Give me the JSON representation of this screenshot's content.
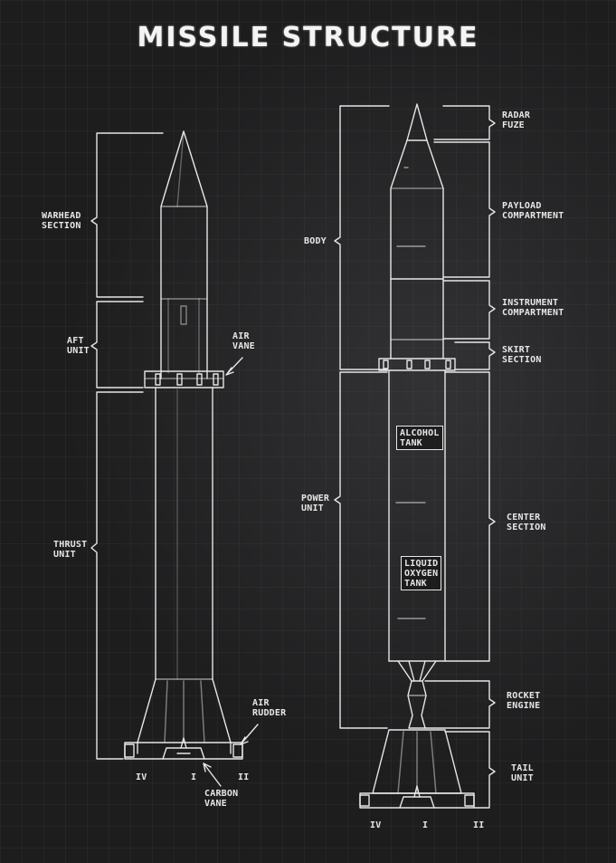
{
  "title": "MISSILE STRUCTURE",
  "colors": {
    "background": "#1d1d1e",
    "ink": "#e6e6e6"
  },
  "left_missile": {
    "labels": {
      "warhead": "WARHEAD\nSECTION",
      "aft": "AFT\nUNIT",
      "thrust": "THRUST\nUNIT",
      "air_vane": "AIR\nVANE",
      "air_rudder": "AIR\nRUDDER",
      "carbon_vane": "CARBON\nVANE"
    },
    "fin_numbers": {
      "left": "IV",
      "center": "I",
      "right": "II"
    }
  },
  "right_missile": {
    "labels": {
      "radar_fuze": "RADAR\nFUZE",
      "payload": "PAYLOAD\nCOMPARTMENT",
      "body": "BODY",
      "instrument": "INSTRUMENT\nCOMPARTMENT",
      "skirt": "SKIRT\nSECTION",
      "alcohol_tank": "ALCOHOL\nTANK",
      "power_unit": "POWER\nUNIT",
      "center_section": "CENTER\nSECTION",
      "lox_tank": "LIQUID\nOXYGEN\nTANK",
      "rocket_engine": "ROCKET\nENGINE",
      "tail_unit": "TAIL\nUNIT"
    },
    "fin_numbers": {
      "left": "IV",
      "center": "I",
      "right": "II"
    }
  }
}
